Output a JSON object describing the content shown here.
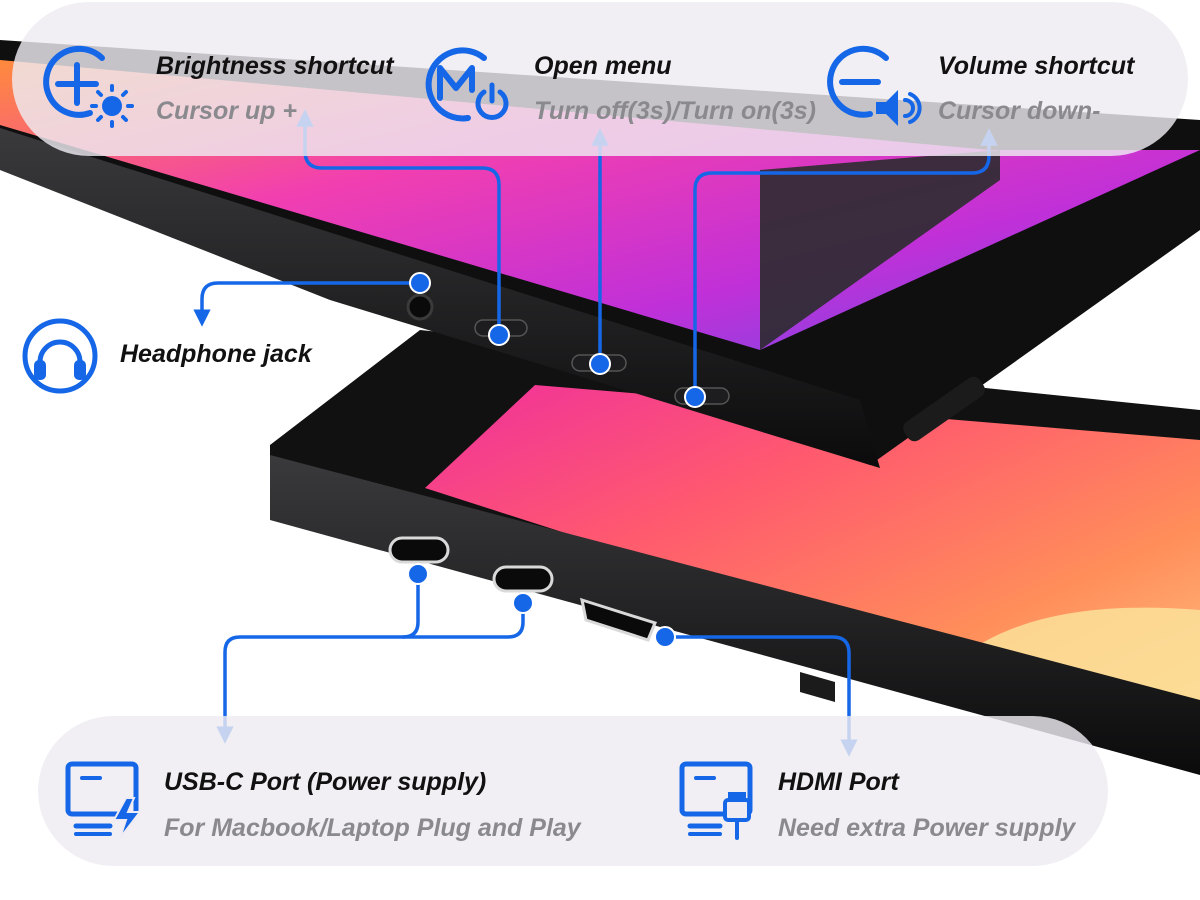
{
  "colors": {
    "accent": "#1567e8",
    "title_text": "#111111",
    "subtitle_text": "#8a8a8e",
    "panel": "#eeecf2",
    "device_body": "#151515"
  },
  "top_features": [
    {
      "icon": "brightness-plus-icon",
      "title": "Brightness shortcut",
      "subtitle": "Cursor up +"
    },
    {
      "icon": "menu-power-icon",
      "title": "Open menu",
      "subtitle": "Turn off(3s)/Turn on(3s)"
    },
    {
      "icon": "volume-minus-icon",
      "title": "Volume shortcut",
      "subtitle": "Cursor down-"
    }
  ],
  "side_feature": {
    "icon": "headphones-icon",
    "title": "Headphone jack"
  },
  "bottom_features": [
    {
      "icon": "monitor-lightning-icon",
      "title": "USB-C Port  (Power supply)",
      "subtitle": "For Macbook/Laptop Plug and Play"
    },
    {
      "icon": "monitor-plug-icon",
      "title": "HDMI Port",
      "subtitle": "Need extra Power supply"
    }
  ]
}
